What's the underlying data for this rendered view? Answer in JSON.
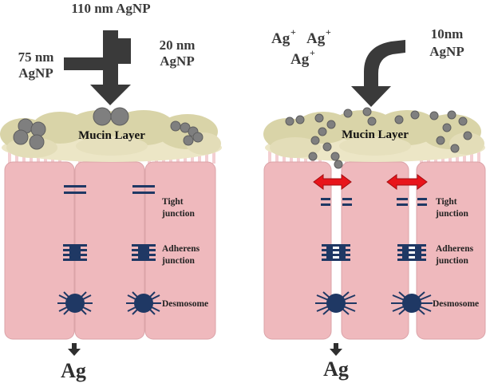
{
  "left_panel": {
    "size_top": "110 nm AgNP",
    "size_left_line1": "75 nm",
    "size_left_line2": "AgNP",
    "size_right_line1": "20 nm",
    "size_right_line2": "AgNP",
    "mucin_label": "Mucin Layer",
    "tight_line1": "Tight",
    "tight_line2": "junction",
    "adherens_line1": "Adherens",
    "adherens_line2": "junction",
    "desmosome": "Desmosome",
    "output": "Ag"
  },
  "right_panel": {
    "ion_label": "Ag",
    "ion_charge": "+",
    "size_right_line1": "10nm",
    "size_right_line2": "AgNP",
    "mucin_label": "Mucin Layer",
    "tight_line1": "Tight",
    "tight_line2": "junction",
    "adherens_line1": "Adherens",
    "adherens_line2": "junction",
    "desmosome": "Desmosome",
    "output": "Ag"
  },
  "colors": {
    "cell_fill": "#efb9bd",
    "mucin_fill": "#d9d4a8",
    "mucin_light": "#ece6c6",
    "junction": "#1f3864",
    "particle": "#7f7f7f",
    "arrow": "#3a3a3a",
    "red_arrow": "#e8151b"
  }
}
